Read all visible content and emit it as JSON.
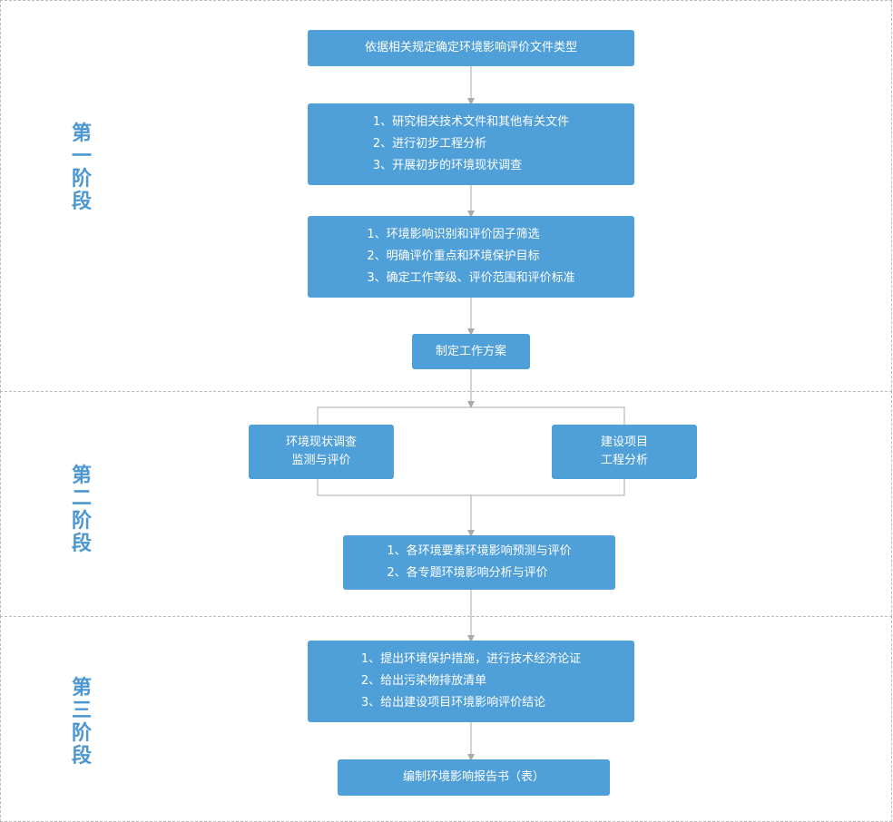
{
  "stages": [
    {
      "label": [
        "第",
        "一",
        "阶",
        "段"
      ]
    },
    {
      "label": [
        "第",
        "二",
        "阶",
        "段"
      ]
    },
    {
      "label": [
        "第",
        "三",
        "阶",
        "段"
      ]
    }
  ],
  "boxes": {
    "determine_doc_type": [
      "依据相关规定确定环境影响评价文件类型"
    ],
    "research": [
      "1、研究相关技术文件和其他有关文件",
      "2、进行初步工程分析",
      "3、开展初步的环境现状调查"
    ],
    "identify": [
      "1、环境影响识别和评价因子筛选",
      "2、明确评价重点和环境保护目标",
      "3、确定工作等级、评价范围和评价标准"
    ],
    "work_plan": [
      "制定工作方案"
    ],
    "env_survey": [
      "环境现状调查",
      "监测与评价"
    ],
    "project_analysis": [
      "建设项目",
      "工程分析"
    ],
    "prediction": [
      "1、各环境要素环境影响预测与评价",
      "2、各专题环境影响分析与评价"
    ],
    "measures": [
      "1、提出环境保护措施，进行技术经济论证",
      "2、给出污染物排放清单",
      "3、给出建设项目环境影响评价结论"
    ],
    "report": [
      "编制环境影响报告书（表）"
    ]
  },
  "colors": {
    "box_fill": "#4f9fd8",
    "stage_label": "#4a97d2",
    "connector": "#aaaaaa",
    "frame": "#bbbbbb"
  }
}
